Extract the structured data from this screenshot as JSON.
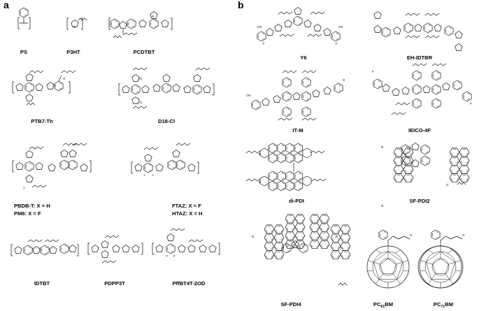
{
  "figure": {
    "panels": [
      {
        "letter": "a",
        "molecules": [
          {
            "name": "PS"
          },
          {
            "name": "P3HT"
          },
          {
            "name": "PCDTBT"
          },
          {
            "name": "PTB7-Th"
          },
          {
            "name": "D18-Cl"
          },
          {
            "lines": [
              "PBDB-T: X = H",
              "PM6: X = F"
            ]
          },
          {
            "lines": [
              "FTAZ: X = F",
              "HTAZ: X = H"
            ]
          },
          {
            "name": "IDTBT"
          },
          {
            "name": "PDPP3T"
          },
          {
            "name": "PffBT4T-2OD"
          }
        ]
      },
      {
        "letter": "b",
        "molecules": [
          {
            "name": "Y6"
          },
          {
            "name": "EH-IDTBR"
          },
          {
            "name": "IT-M"
          },
          {
            "name": "IEICO-4F"
          },
          {
            "name": "di-PDI"
          },
          {
            "name": "SF-PDI2"
          },
          {
            "name": "SF-PDI4"
          },
          {
            "name": "PC61BM",
            "parts": [
              "PC",
              "61",
              "BM"
            ]
          },
          {
            "name": "PC71BM",
            "parts": [
              "PC",
              "71",
              "BM"
            ]
          }
        ]
      }
    ],
    "atom_labels": {
      "x": "X",
      "f": "F",
      "s": "S",
      "n": "N",
      "o": "O",
      "cl": "Cl",
      "cn": "CN"
    },
    "colors": {
      "ink": "#111111",
      "highlight": "#d4231d"
    }
  }
}
